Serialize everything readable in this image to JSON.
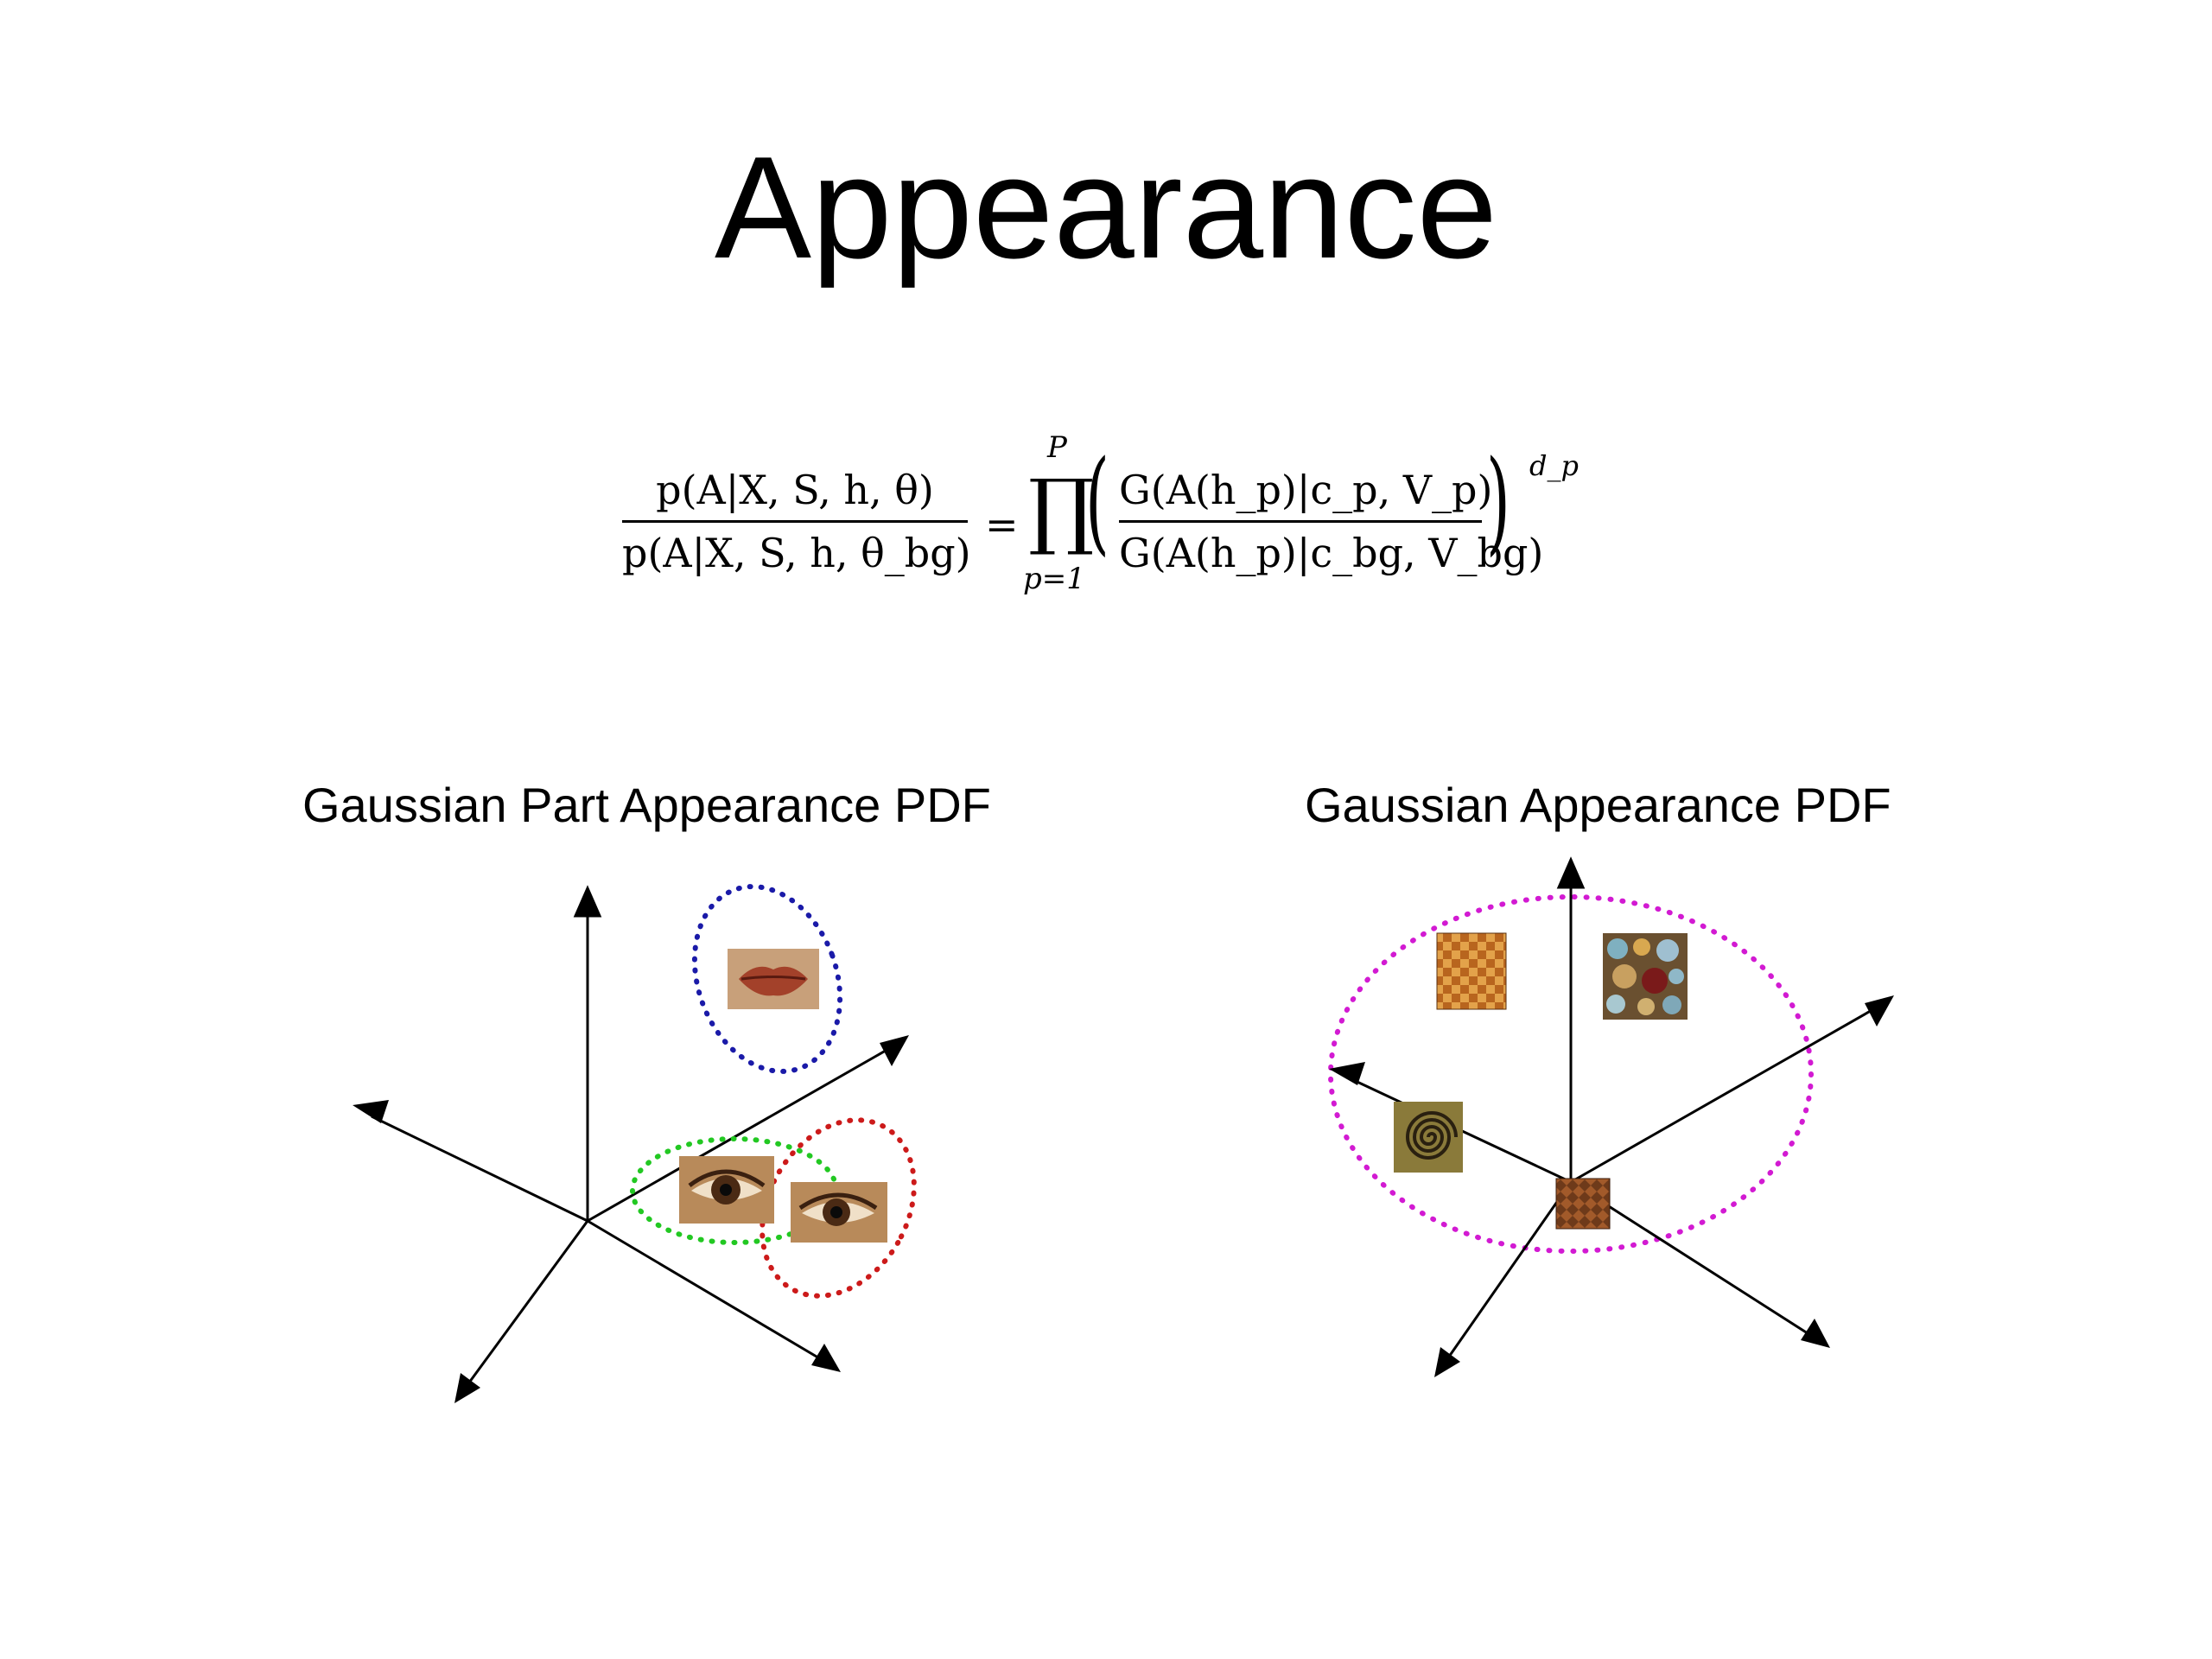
{
  "slide": {
    "title": "Appearance"
  },
  "equation": {
    "lhs_numerator": "p(A|X, S, h, θ)",
    "lhs_denominator": "p(A|X, S, h, θ_bg)",
    "equals": "=",
    "product_symbol": "∏",
    "product_upper": "P",
    "product_lower": "p=1",
    "rhs_numerator": "G(A(h_p)|c_p, V_p)",
    "rhs_denominator": "G(A(h_p)|c_bg, V_bg)",
    "exponent": "d_p"
  },
  "left_panel": {
    "label": "Gaussian Part Appearance PDF",
    "clusters": [
      {
        "name": "mouth",
        "color": "#1a1aa8",
        "thumbnail": "mouth-image"
      },
      {
        "name": "left-eye",
        "color": "#22c822",
        "thumbnail": "eye-image"
      },
      {
        "name": "right-eye",
        "color": "#cc1a1a",
        "thumbnail": "eye-image"
      }
    ]
  },
  "right_panel": {
    "label": "Gaussian Appearance PDF",
    "cluster_color": "#d21ad2",
    "thumbnails": [
      "checker-texture-image",
      "pebble-texture-image",
      "spiral-texture-image",
      "brown-texture-image"
    ]
  },
  "colors": {
    "axis": "#000000",
    "background": "#ffffff"
  }
}
